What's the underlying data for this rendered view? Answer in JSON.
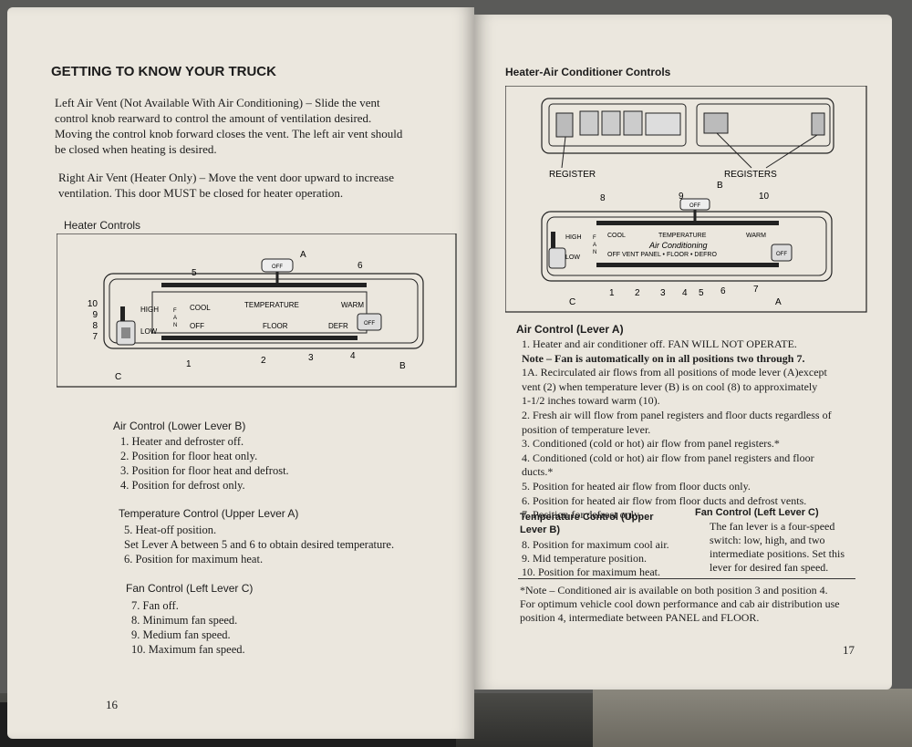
{
  "left": {
    "heading": "GETTING TO KNOW YOUR TRUCK",
    "left_vent": [
      "Left Air Vent (Not Available With Air Conditioning) – Slide the vent",
      "control knob rearward to control the amount of ventilation desired.",
      "Moving the control knob forward closes the vent. The left air vent should",
      "be closed when heating is desired."
    ],
    "right_vent": [
      "Right Air Vent (Heater Only) – Move the vent door upward to increase",
      "ventilation. This door MUST be closed for heater operation."
    ],
    "heater_title": "Heater Controls",
    "diagram": {
      "lever_numbers": [
        "5",
        "6",
        "1",
        "2",
        "3",
        "4",
        "10",
        "9",
        "8",
        "7"
      ],
      "letters": [
        "A",
        "B",
        "C"
      ],
      "high": "HIGH",
      "low": "LOW",
      "fan": [
        "F",
        "A",
        "N"
      ],
      "cool": "COOL",
      "temperature": "TEMPERATURE",
      "warm": "WARM",
      "off": "OFF",
      "floor": "FLOOR",
      "defrost": "DEFR",
      "knob": "OFF"
    },
    "air_title": "Air Control (Lower Lever B)",
    "air_items": [
      "1.  Heater and defroster off.",
      "2.  Position for floor heat only.",
      "3.  Position for floor heat and defrost.",
      "4.  Position for defrost only."
    ],
    "temp_title": "Temperature Control (Upper Lever A)",
    "temp_items": [
      "5.  Heat-off position.",
      "Set Lever A between 5 and 6 to obtain desired temperature.",
      "6.  Position for maximum heat."
    ],
    "fan_title": "Fan Control (Left Lever C)",
    "fan_items": [
      "7.  Fan off.",
      "8.  Minimum fan speed.",
      "9.  Medium fan speed.",
      "10.  Maximum fan speed."
    ],
    "page_number": "16"
  },
  "right": {
    "heading": "Heater-Air Conditioner Controls",
    "register": "REGISTER",
    "registers": "REGISTERS",
    "diagram": {
      "top_numbers": [
        "8",
        "9",
        "B",
        "10"
      ],
      "bottom_numbers": [
        "1",
        "2",
        "3",
        "4",
        "5",
        "6",
        "7"
      ],
      "letters": [
        "C",
        "A"
      ],
      "high": "HIGH",
      "low": "LOW",
      "fan": [
        "F",
        "A",
        "N"
      ],
      "cool": "COOL",
      "temperature": "TEMPERATURE",
      "warm": "WARM",
      "ac_script": "Air Conditioning",
      "modes": "OFF  VENT  PANEL • FLOOR • DEFRO",
      "knob": "OFF"
    },
    "air_title": "Air Control (Lever A)",
    "air_items": [
      "1.   Heater and air conditioner off. FAN WILL NOT OPERATE.",
      "Note – Fan is automatically on in all positions two through 7.",
      "1A. Recirculated air flows from all positions of mode lever (A)except",
      "vent (2) when temperature lever (B) is on cool (8) to approximately",
      "1-1/2 inches toward warm (10).",
      "2.   Fresh air will flow from panel registers and floor ducts regardless of",
      "position of temperature lever.",
      "3.   Conditioned (cold or hot) air flow from panel registers.*",
      "4.   Conditioned (cold or hot) air flow from panel registers and floor",
      "ducts.*",
      "5.   Position for heated air flow from floor ducts only.",
      "6.   Position for heated air flow from floor ducts and defrost vents.",
      "7.   Position for defrost only."
    ],
    "temp_title_1": "Temperature Control (Upper",
    "temp_title_2": "Lever B)",
    "temp_items": [
      "8.   Position for maximum cool air.",
      "9.   Mid temperature position.",
      "10.  Position for maximum heat."
    ],
    "fan_title": "Fan Control (Left Lever C)",
    "fan_text": [
      "The fan lever is a four-speed",
      "switch: low, high, and two",
      "intermediate positions. Set this",
      "lever for desired fan speed."
    ],
    "note": [
      "*Note – Conditioned air is available on both position 3 and position 4.",
      "For optimum vehicle cool down performance and cab air distribution use",
      "position 4, intermediate between PANEL and FLOOR."
    ],
    "page_number": "17"
  }
}
